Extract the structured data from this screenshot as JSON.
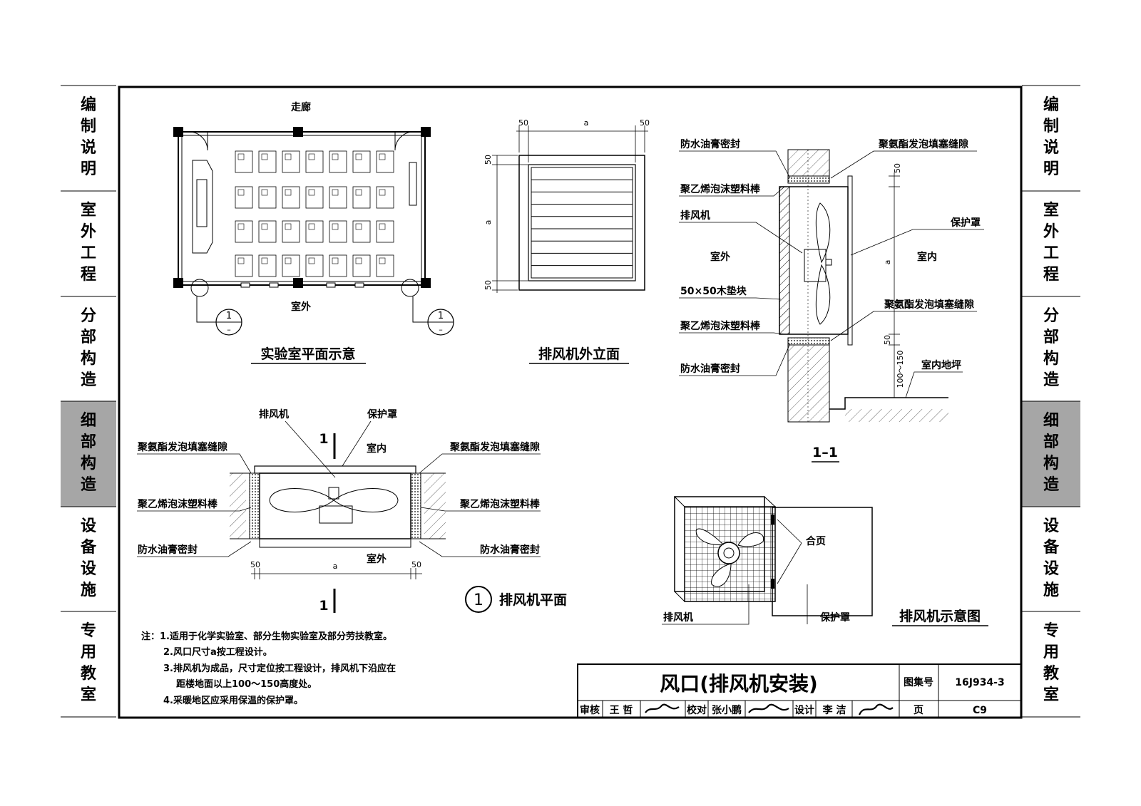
{
  "side_tabs": [
    {
      "label": "编制说明"
    },
    {
      "label": "室外工程"
    },
    {
      "label": "分部构造"
    },
    {
      "label": "细部构造",
      "active": true
    },
    {
      "label": "设备设施"
    },
    {
      "label": "专用教室"
    }
  ],
  "colors": {
    "active_tab": "#a6a6a6",
    "line": "#000000"
  },
  "plan": {
    "corridor": "走廊",
    "outdoor": "室外",
    "section_mark_num": "1",
    "section_mark_sym": "–",
    "title": "实验室平面示意"
  },
  "elevation": {
    "dim_50": "50",
    "dim_a": "a",
    "title": "排风机外立面"
  },
  "section": {
    "labels": {
      "waterproof_seal": "防水油膏密封",
      "pu_foam": "聚氨酯发泡填塞缝隙",
      "pe_rod": "聚乙烯泡沫塑料棒",
      "fan": "排风机",
      "cover": "保护罩",
      "outdoor": "室外",
      "indoor": "室内",
      "wood_block": "50×50木垫块",
      "floor": "室内地坪"
    },
    "dims": {
      "d50": "50",
      "a": "a",
      "d100_150": "100～150"
    },
    "title": "1–1"
  },
  "fan_plan": {
    "labels": {
      "fan": "排风机",
      "cover": "保护罩",
      "pu_foam": "聚氨酯发泡填塞缝隙",
      "pe_rod": "聚乙烯泡沫塑料棒",
      "seal": "防水油膏密封",
      "indoor": "室内",
      "outdoor": "室外"
    },
    "dims": {
      "d50": "50",
      "a": "a"
    },
    "cut_mark": "1",
    "detail_num": "1",
    "title": "排风机平面"
  },
  "schematic": {
    "hinge": "合页",
    "fan": "排风机",
    "cover": "保护罩",
    "title": "排风机示意图"
  },
  "notes": [
    "注：1.适用于化学实验室、部分生物实验室及部分劳技教室。",
    "2.风口尺寸a按工程设计。",
    "3.排风机为成品，尺寸定位按工程设计，排风机下沿应在",
    "距楼地面以上100～150高度处。",
    "4.采暖地区应采用保温的保护罩。"
  ],
  "title_block": {
    "title": "风口(排风机安装)",
    "atlas_label": "图集号",
    "atlas_no": "16J934-3",
    "review_label": "审核",
    "reviewer": "王 哲",
    "check_label": "校对",
    "checker": "张小鹏",
    "design_label": "设计",
    "designer": "李 洁",
    "page_label": "页",
    "page_no": "C9"
  }
}
